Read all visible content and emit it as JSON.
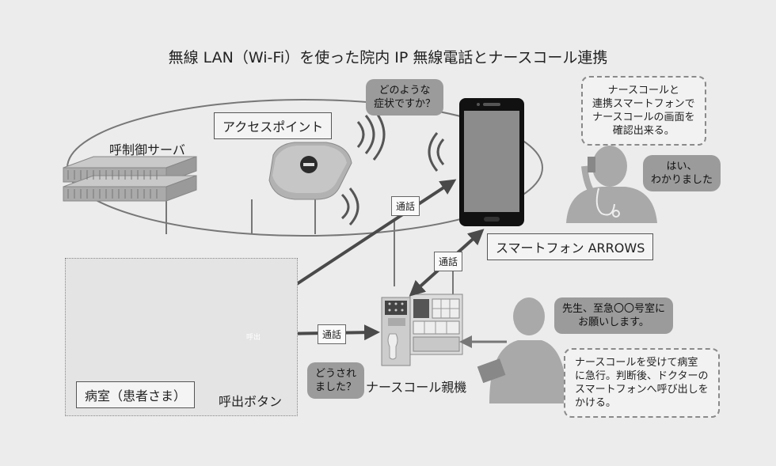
{
  "title": "無線 LAN（Wi-Fi）を使った院内 IP 無線電話とナースコール連携",
  "labels": {
    "access_point": "アクセスポイント",
    "call_control_server": "呼制御サーバ",
    "smartphone": "スマートフォン ARROWS",
    "patient_room": "病室（患者さま）",
    "call_button": "呼出ボタン",
    "call_button_text": "呼出",
    "nurse_call_master": "ナースコール親機"
  },
  "call_tags": [
    "通話",
    "通話",
    "通話"
  ],
  "bubbles": {
    "doctor_question": [
      "どのような",
      "症状ですか？"
    ],
    "doctor_reply": [
      "はい、",
      "わかりました"
    ],
    "nurse_report": [
      "先生、至急〇〇号室に",
      "お願いします。"
    ],
    "nurse_ask": [
      "どうされ",
      "ました？"
    ]
  },
  "notes": {
    "smartphone_note": [
      "ナースコールと",
      "連携スマートフォンで",
      "ナースコールの画面を",
      "確認出来る。"
    ],
    "nurse_note": [
      "ナースコールを受けて病室",
      "に急行。判断後、ドクターの",
      "スマートフォンへ呼び出しを",
      "かける。"
    ]
  },
  "colors": {
    "background": "#ececec",
    "figure_gray": "#a9a9a9",
    "arrow": "#4a4a4a",
    "phone_body": "#111111",
    "phone_screen": "#8c8c8c"
  }
}
